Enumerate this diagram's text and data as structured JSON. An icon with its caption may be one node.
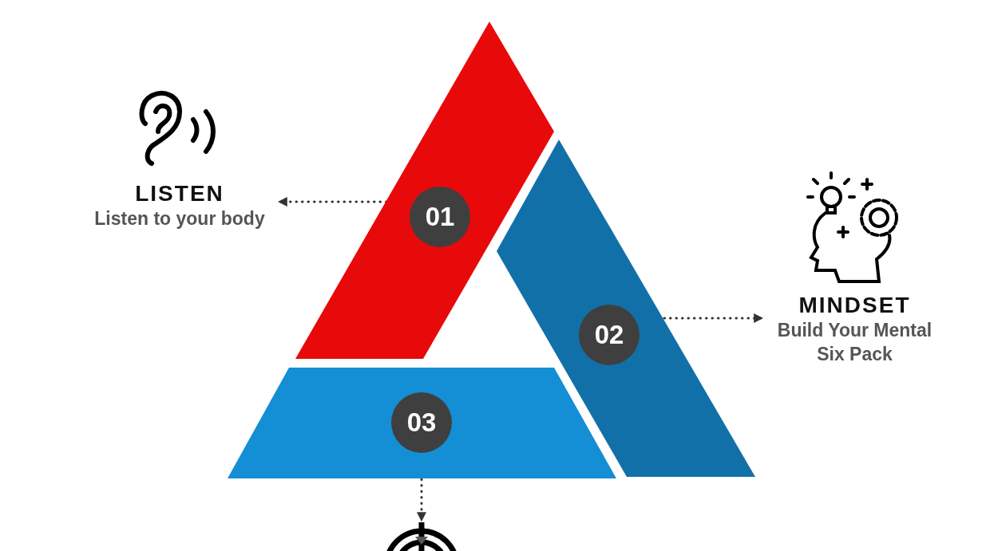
{
  "diagram": {
    "nodes": [
      {
        "text": [
          "01"
        ]
      },
      {
        "text": [
          "02"
        ]
      },
      {
        "text": [
          "03"
        ]
      },
      {
        "text": [
          "LISTEN",
          "Listen to your body"
        ]
      },
      {
        "text": [
          "MINDSET",
          "Build Your Mental Six Pack"
        ]
      },
      {
        "text": [],
        "shape": "picture"
      }
    ],
    "edges": [
      {
        "from": 0,
        "to": 3,
        "arrow": "to",
        "style": "dashed"
      },
      {
        "from": 1,
        "to": 4,
        "arrow": "to",
        "style": "dashed"
      },
      {
        "from": 2,
        "to": 5,
        "arrow": "to",
        "style": "dashed"
      }
    ]
  }
}
